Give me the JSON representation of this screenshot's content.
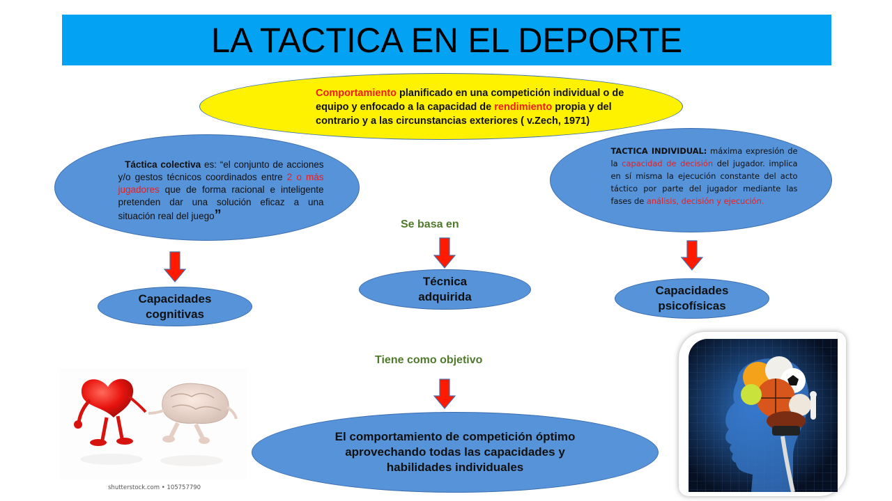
{
  "slide": {
    "title": "LA TACTICA EN EL DEPORTE",
    "colors": {
      "title_bar": "#03a2f3",
      "ellipse_blue": "#5793d9",
      "ellipse_yellow": "#fef200",
      "highlight_red": "#ee1c1c",
      "label_green": "#4f7a2c",
      "arrow_red": "#ff1a00"
    }
  },
  "definition": {
    "part1_highlight": "Comportamiento",
    "part2": " planificado en una competición individual o de equipo y enfocado  a la capacidad de ",
    "part3_highlight": "rendimiento",
    "part4": " propia y del contrario y a las circunstancias exteriores ( v.Zech, 1971)"
  },
  "tactica_colectiva": {
    "term": "Táctica colectiva",
    "part1": " es: “el conjunto de acciones y/o gestos técnicos coordinados entre ",
    "highlight": "2 o más jugadores",
    "part2": " que de forma racional e inteligente pretenden dar una solución eficaz a una situación real del juego",
    "close_quote": "”"
  },
  "tactica_individual": {
    "term": "TACTICA INDIVIDUAL:",
    "part1": " máxima expresión de la ",
    "highlight1": "capacidad de decisión",
    "part2": " del jugador. implica en sí misma la ejecución constante del acto táctico por parte del jugador mediante las fases de ",
    "highlight2": "análisis, decisión y ejecución",
    "end": "."
  },
  "labels": {
    "se_basa_en": "Se basa en",
    "tiene_como_objetivo": "Tiene como objetivo"
  },
  "nodes": {
    "cognitivas": {
      "line1": "Capacidades",
      "line2": "cognitivas"
    },
    "tecnica": {
      "line1": "Técnica",
      "line2": "adquirida"
    },
    "psicofisicas": {
      "line1": "Capacidades",
      "line2": "psicofísicas"
    }
  },
  "goal": {
    "line1": "El comportamiento de competición óptimo",
    "line2": "aprovechando todas las capacidades y",
    "line3": "habilidades individuales"
  },
  "images": {
    "left_caption": "shutterstock.com • 105757790",
    "left_alt": "heart-and-brain-holding-hands",
    "right_alt": "head-silhouette-with-sports-balls-brain"
  }
}
